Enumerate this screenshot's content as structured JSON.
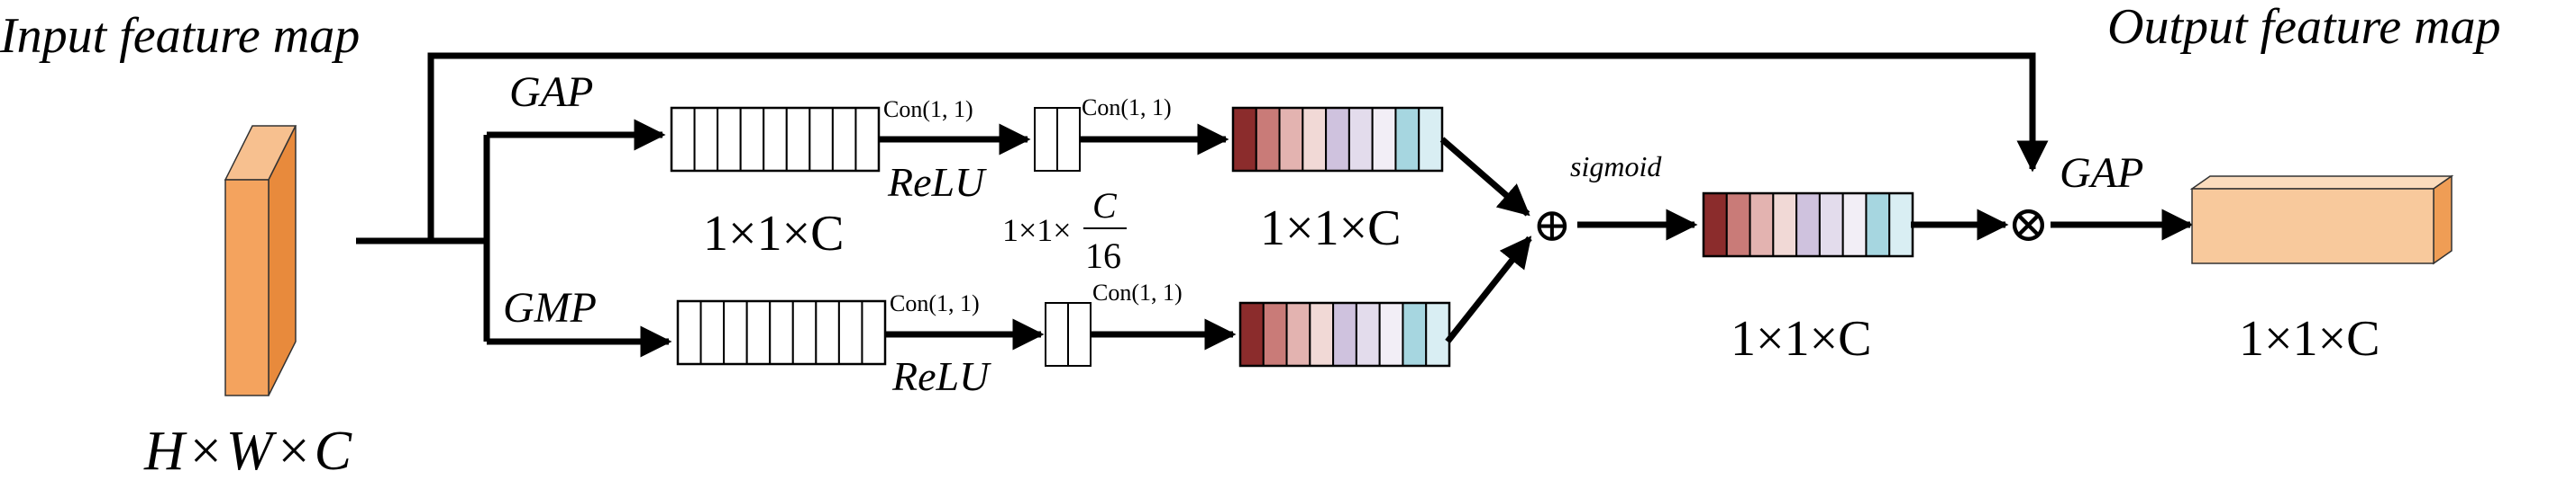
{
  "labels": {
    "input_title": "Input feature map",
    "output_title": "Output feature map",
    "input_dims": "H×W×C",
    "gap_top": "GAP",
    "gmp": "GMP",
    "con_a": "Con(1, 1)",
    "con_b": "Con(1, 1)",
    "con_c": "Con(1, 1)",
    "con_d": "Con(1, 1)",
    "relu_top": "ReLU",
    "relu_bottom": "ReLU",
    "dim_top_vector": "1×1×C",
    "dim_reduced_prefix": "1×1×",
    "dim_reduced_num": "C",
    "dim_reduced_den": "16",
    "dim_weights": "1×1×C",
    "dim_attention": "1×1×C",
    "dim_output": "1×1×C",
    "sigmoid": "sigmoid",
    "gap_right": "GAP",
    "plus_symbol": "⊕",
    "times_symbol": "⊗"
  },
  "colors": {
    "input_block_front": "#f4a35e",
    "input_block_top": "#f7c08f",
    "input_block_side": "#e88a3c",
    "output_block_front": "#f8c99c",
    "output_block_top": "#fbdcbd",
    "output_block_side": "#ef9d55",
    "weight_cells": [
      "#8b2c2c",
      "#c97b78",
      "#e3b3b0",
      "#f1d9d6",
      "#cfc2de",
      "#e3dcec",
      "#f2eef6",
      "#a6d6e0",
      "#d9eef3"
    ]
  }
}
